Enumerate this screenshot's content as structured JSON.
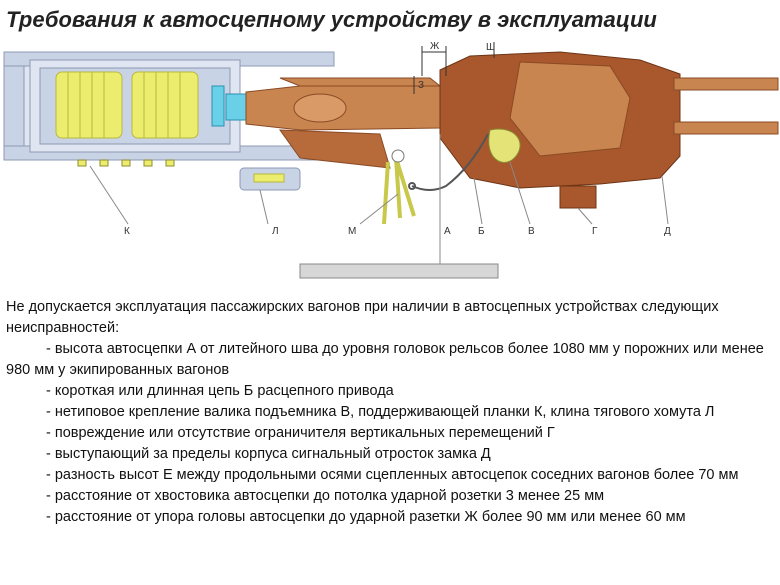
{
  "title": "Требования к автосцепному устройству в эксплуатации",
  "diagram": {
    "labels": {
      "k": "К",
      "l": "Л",
      "m": "М",
      "a": "А",
      "b": "Б",
      "v": "В",
      "g": "Г",
      "d": "Д",
      "zh": "Ж",
      "sh": "Ш",
      "z": "З"
    }
  },
  "text": {
    "intro": "Не допускается эксплуатация пассажирских вагонов при наличии в автосцепных устройствах следующих неисправностей:",
    "items": [
      "- высота автосцепки А от литейного шва до уровня головок рельсов более 1080 мм у порожних или менее 980 мм у экипированных вагонов",
      "- короткая или длинная цепь Б расцепного привода",
      "- нетиповое крепление валика подъемника В, поддерживающей планки К, клина тягового хомута Л",
      "- повреждение или отсутствие ограничителя вертикальных перемещений Г",
      "- выступающий за пределы корпуса сигнальный отросток замка Д",
      "- разность высот Е между продольными осями сцепленных автосцепок соседних вагонов более 70 мм",
      "- расстояние от хвостовика автосцепки до потолка ударной розетки 3 менее 25 мм",
      "- расстояние от упора головы автосцепки до ударной разетки Ж более 90 мм или менее 60 мм"
    ]
  },
  "colors": {
    "frame": "#c9d3e6",
    "frame_dark": "#8d9ab4",
    "spring": "#ecec6e",
    "spring_dark": "#b9b93a",
    "cyan": "#6ad0e8",
    "body": "#b76a3a",
    "body_light": "#c98550",
    "body_dark": "#8a4a24",
    "head": "#a8582c",
    "knuckle": "#e3e378",
    "chain": "#555555",
    "rail": "#d7d7d7"
  }
}
